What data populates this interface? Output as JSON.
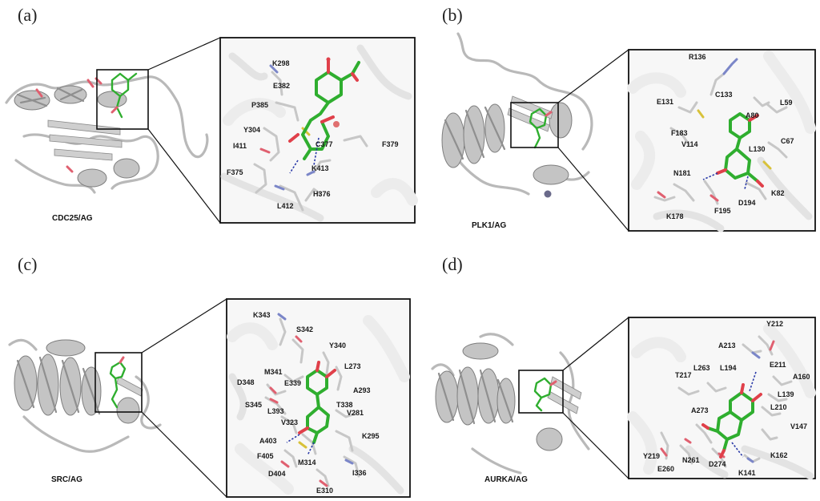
{
  "panels": [
    {
      "label": "(a)",
      "title": "CDC25/AG",
      "residues": [
        "K298",
        "E382",
        "P385",
        "Y304",
        "I411",
        "F375",
        "C377",
        "F379",
        "K413",
        "H376",
        "L412"
      ]
    },
    {
      "label": "(b)",
      "title": "PLK1/AG",
      "residues": [
        "R136",
        "E131",
        "C133",
        "A80",
        "L59",
        "F183",
        "V114",
        "L130",
        "C67",
        "N181",
        "K82",
        "D194",
        "F195",
        "K178"
      ]
    },
    {
      "label": "(c)",
      "title": "SRC/AG",
      "residues": [
        "K343",
        "S342",
        "Y340",
        "L273",
        "M341",
        "D348",
        "E339",
        "A293",
        "T338",
        "S345",
        "L393",
        "V281",
        "V323",
        "A403",
        "K295",
        "F405",
        "M314",
        "D404",
        "I336",
        "E310"
      ]
    },
    {
      "label": "(d)",
      "title": "AURKA/AG",
      "residues": [
        "Y212",
        "A213",
        "L263",
        "L194",
        "E211",
        "T217",
        "A160",
        "L139",
        "L210",
        "A273",
        "V147",
        "Y219",
        "N261",
        "D274",
        "K162",
        "E260",
        "K141"
      ]
    }
  ],
  "colors": {
    "ligand_carbon": "#2fae2f",
    "oxygen": "#e0404a",
    "nitrogen": "#7b86c8",
    "sulfur": "#d8c23a",
    "protein": "#bdbdbd",
    "hydrogen_bond": "#2a3aa8"
  }
}
